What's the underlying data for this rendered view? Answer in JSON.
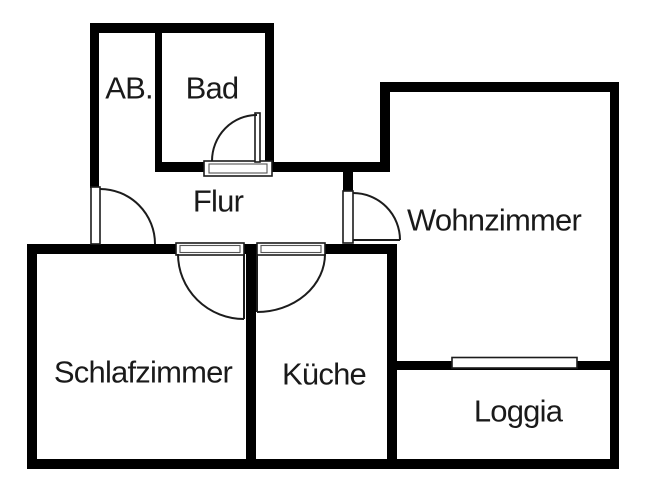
{
  "floorplan": {
    "rooms": {
      "ab": {
        "label": "AB."
      },
      "bad": {
        "label": "Bad"
      },
      "flur": {
        "label": "Flur"
      },
      "wohnzimmer": {
        "label": "Wohnzimmer"
      },
      "schlafzimmer": {
        "label": "Schlafzimmer"
      },
      "kueche": {
        "label": "Küche"
      },
      "loggia": {
        "label": "Loggia"
      }
    },
    "elements": {
      "doors": [
        "entrance-door",
        "bad-door",
        "schlafzimmer-door",
        "kueche-door",
        "wohnzimmer-door"
      ],
      "windows": [
        "loggia-window"
      ]
    },
    "colors": {
      "wall": "#000000",
      "line": "#1c1c1c",
      "text": "#1a1a1a",
      "background": "#ffffff"
    }
  }
}
